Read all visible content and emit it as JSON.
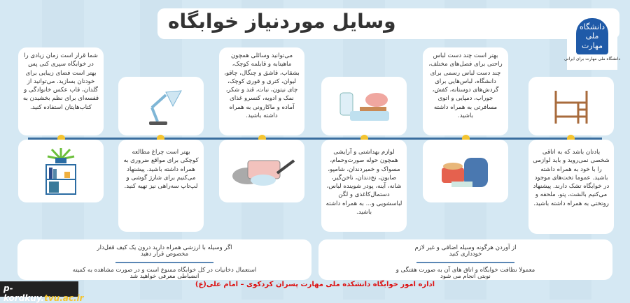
{
  "title": "وسایل موردنیاز خوابگاه",
  "logo": {
    "name": "دانشگاه ملی مهارت",
    "subtitle": "دانشگاه ملی مهارت برای ایرانی"
  },
  "cards": {
    "decor": "شما قرار است زمان زیادی را در خوابگاه سپری کنی پس بهتر است فضای زیبایی برای خودتان بسازید. می‌توانید از گلدان، قاب عکس خانوادگی و قفسه‌ای برای نظم بخشیدن به کتاب‌هایتان استفاده کنید.",
    "lamp": "بهتر است چراغ مطالعه کوچکی برای مواقع ضروری به همراه داشته باشید. پیشنهاد می‌کنیم برای شارژ گوشی و لپ‌تاپ سه‌راهی نیز تهیه کنید.",
    "kitchen": "می‌توانید وسائلی همچون ماهیتابه و قابلمه کوچک، بشقاب، قاشق و چنگال، چاقو، لیوان، کتری و قوری کوچک، چای نیتون، نبات، قند و شکر، نمک و ادویه، کنسرو غذای آماده و ماکارونی به همراه داشته باشید.",
    "hygiene": "لوازم بهداشتی و آرایشی همچون حوله صورت‌وحمام، مسواک و خمیردندان، شامپو، صابون، نخ‌دندان، ناخن‌گیر، شانه، آینه، پودر شوینده لباس، دستمال‌کاغذی و لگن لباسشویی و... به همراه داشته باشید.",
    "clothes": "بهتر است چند دست لباس راحتی برای فصل‌های مختلف، چند دست لباس رسمی برای دانشگاه، لباس‌هایی برای گردش‌های دوستانه، کفش، جوراب، دمپایی و اتوی مسافرتی به همراه داشته باشید.",
    "bedding": "یادتان باشد که به اتاقی شخصی نمی‌روید و باید لوازمی را با خود به همراه داشته باشید. عموما تخت‌های موجود در خوابگاه تشک دارند. پیشنهاد می‌کنیم بالشت، پتو، ملحفه و روتختی به همراه داشته باشید."
  },
  "notes": {
    "left_1": "اگر وسیله با ارزشی همراه دارید درون یک کیف قفل‌دار مخصوص قرار دهید",
    "left_2": "استعمال دخانیات در کل خوابگاه ممنوع است و در صورت مشاهده به کمیته انضباطی معرفی خواهید شد",
    "right_1": "از آوردن هرگونه وسیله اضافی و غیر لازم خودداری کنید",
    "right_2": "معمولا نظافت خوابگاه و اتاق های آن به صورت هفتگی و نوبتی انجام می شود"
  },
  "footer": "اداره امور خوابگاه دانشکده ملی مهارت پسران کردکوی – امام علی(ع)",
  "watermark": {
    "prefix": "p-kordkuy.",
    "suffix": "tvu.ac.ir"
  },
  "colors": {
    "background": "#d5e8f3",
    "timeline": "#3a6e9f",
    "dot": "#f4c430",
    "footer": "#dd1111"
  }
}
